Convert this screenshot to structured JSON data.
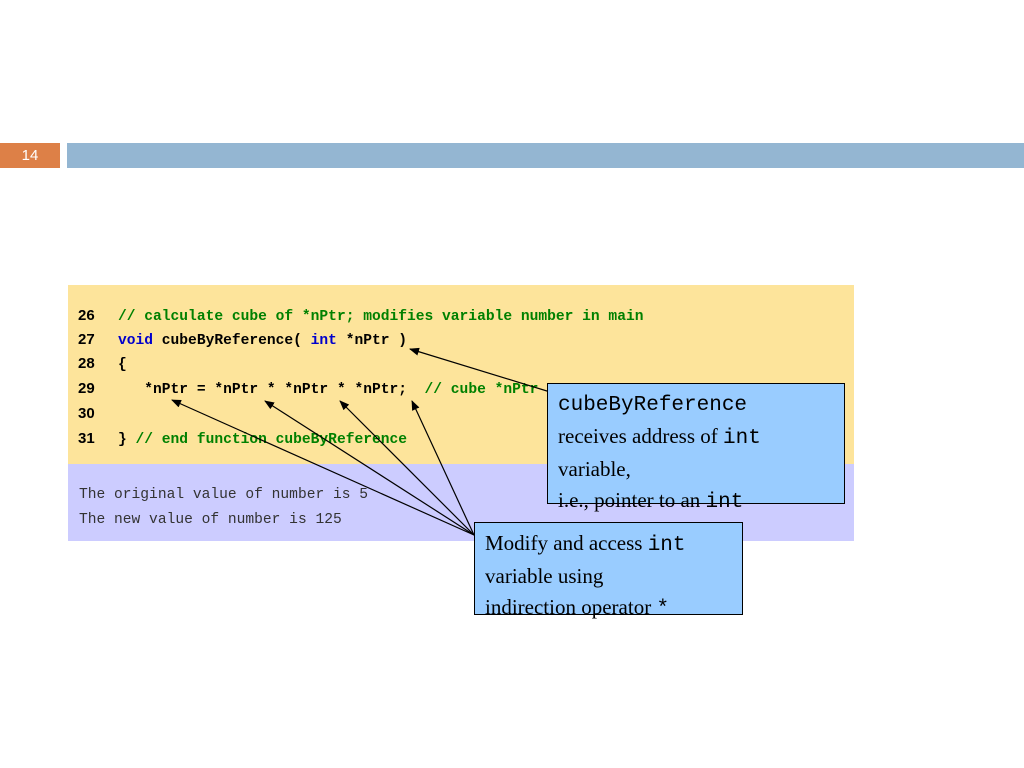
{
  "slide": {
    "number": "14"
  },
  "code": {
    "lines": [
      {
        "num": "26",
        "parts": {
          "comment": "// calculate cube of *nPtr; modifies variable number in main"
        }
      },
      {
        "num": "27",
        "parts": {
          "kw1": "void",
          "t1": " cubeByReference( ",
          "kw2": "int",
          "t2": " *nPtr )"
        }
      },
      {
        "num": "28",
        "parts": {
          "text": "{"
        }
      },
      {
        "num": "29",
        "parts": {
          "text": "   *nPtr = *nPtr * *nPtr * *nPtr;  ",
          "comment": "// cube *nPtr"
        }
      },
      {
        "num": "30",
        "parts": {
          "text": ""
        }
      },
      {
        "num": "31",
        "parts": {
          "text": "} ",
          "comment": "// end function cubeByReference"
        }
      }
    ]
  },
  "output": {
    "lines": [
      "The original value of number is 5",
      "The new value of number is 125"
    ]
  },
  "callout1": {
    "l1": "cubeByReference",
    "l2a": "receives address of ",
    "l2b": "int",
    "l3": "variable,",
    "l4a": "i.e., pointer to an ",
    "l4b": "int"
  },
  "callout2": {
    "l1a": "Modify and access ",
    "l1b": "int",
    "l2": "variable using",
    "l3a": "indirection operator ",
    "l3b": "*"
  }
}
